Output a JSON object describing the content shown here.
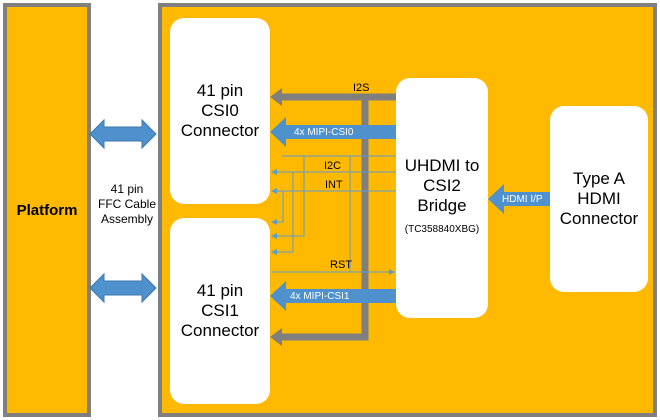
{
  "platform": {
    "label": "Platform"
  },
  "cable": {
    "lines": [
      "41 pin",
      "FFC Cable",
      "Assembly"
    ]
  },
  "csi0": {
    "lines": [
      "41 pin",
      "CSI0",
      "Connector"
    ]
  },
  "csi1": {
    "lines": [
      "41 pin",
      "CSI1",
      "Connector"
    ]
  },
  "bridge": {
    "lines": [
      "UHDMI to",
      "CSI2",
      "Bridge"
    ],
    "part": "(TC358840XBG)"
  },
  "hdmi": {
    "lines": [
      "Type A",
      "HDMI",
      "Connector"
    ]
  },
  "signals": {
    "i2s": "I2S",
    "mipi0": "4x MIPI-CSI0",
    "i2c": "I2C",
    "int": "INT",
    "rst": "RST",
    "mipi1": "4x MIPI-CSI1",
    "hdmi_ip": "HDMI I/P"
  },
  "colors": {
    "board": "#FFB900",
    "border": "#7F7F7F",
    "arrow_blue": "#4F91CD",
    "thin_blue": "#5B9BD5",
    "bus_gray": "#7F7F7F"
  }
}
